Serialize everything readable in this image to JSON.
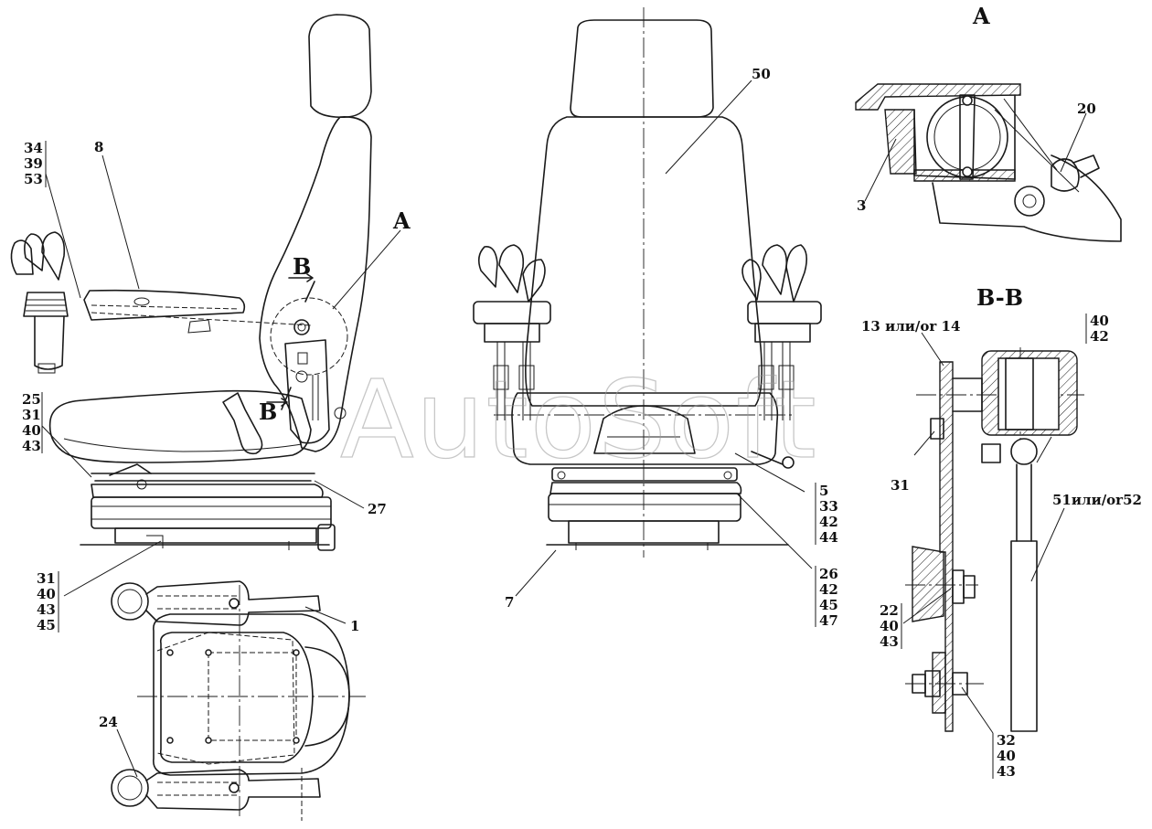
{
  "watermark": "AutoSoft",
  "views": {
    "detail_a": "A",
    "section_bb": "B-B"
  },
  "callouts": {
    "c_34_39_53": [
      "34",
      "39",
      "53"
    ],
    "c_8": "8",
    "c_a_main": "A",
    "c_b_upper": "B",
    "c_b_lower": "B",
    "c_25_31_40_43": [
      "25",
      "31",
      "40",
      "43"
    ],
    "c_27": "27",
    "c_31_40_43_45": [
      "31",
      "40",
      "43",
      "45"
    ],
    "c_1": "1",
    "c_24": "24",
    "c_50": "50",
    "c_5_33_42_44": [
      "5",
      "33",
      "42",
      "44"
    ],
    "c_26_42_45_47": [
      "26",
      "42",
      "45",
      "47"
    ],
    "c_7": "7",
    "c_20": "20",
    "c_3": "3",
    "c_13_14": "13 или/or 14",
    "c_40_42": [
      "40",
      "42"
    ],
    "c_31_bb": "31",
    "c_51_52": "51или/or52",
    "c_22_40_43": [
      "22",
      "40",
      "43"
    ],
    "c_32_40_43": [
      "32",
      "40",
      "43"
    ]
  }
}
